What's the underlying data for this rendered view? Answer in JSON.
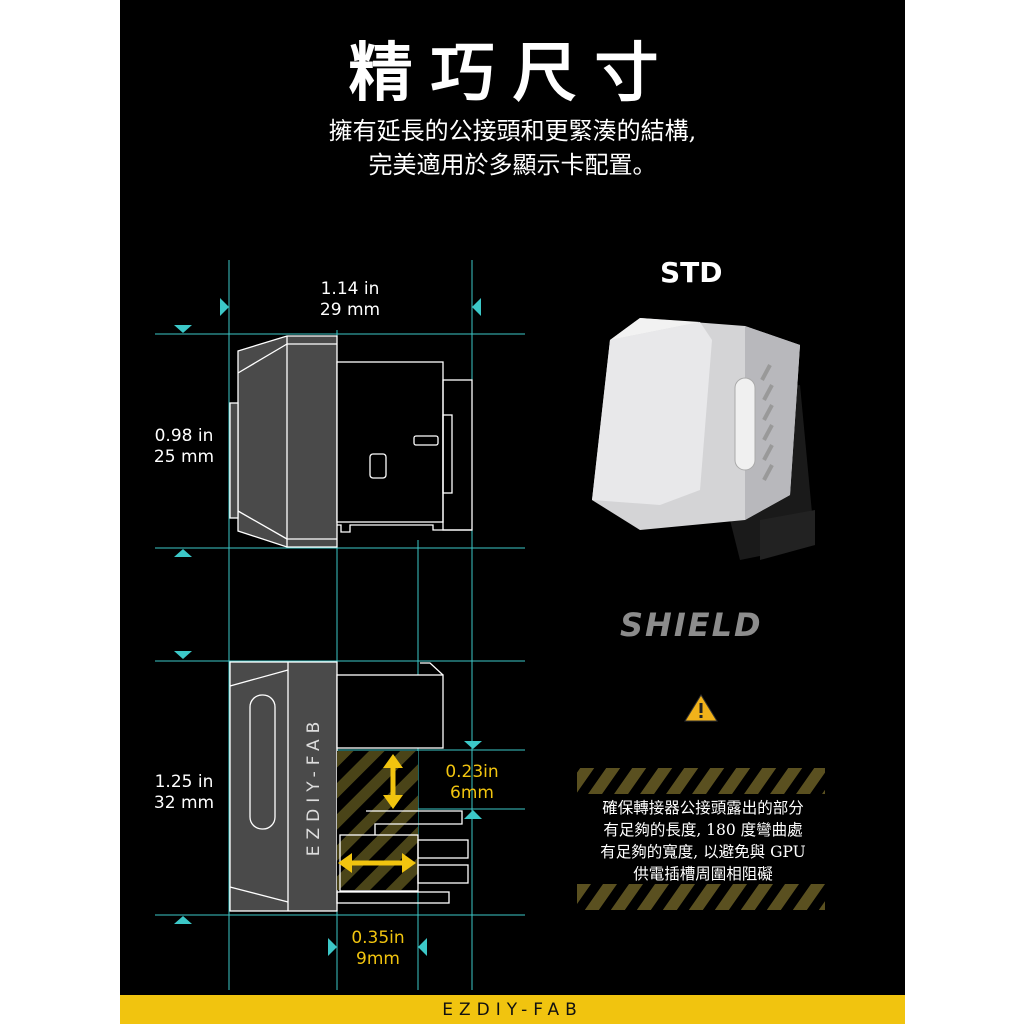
{
  "header": {
    "title": "精巧尺寸",
    "subtitle_line1": "擁有延長的公接頭和更緊湊的結構,",
    "subtitle_line2": "完美適用於多顯示卡配置。"
  },
  "dimensions": {
    "width": {
      "in": "1.14 in",
      "mm": "29 mm"
    },
    "height_top": {
      "in": "0.98 in",
      "mm": "25 mm"
    },
    "height_bottom": {
      "in": "1.25 in",
      "mm": "32 mm"
    },
    "clearance_vertical": {
      "in": "0.23in",
      "mm": "6mm"
    },
    "clearance_horizontal": {
      "in": "0.35in",
      "mm": "9mm"
    }
  },
  "product": {
    "variant": "STD",
    "series": "SHIELD",
    "side_brand": "EZDIY-FAB"
  },
  "warning": {
    "icon": "warning-triangle-icon",
    "lines": [
      "確保轉接器公接頭露出的部分",
      "有足夠的長度, 180 度彎曲處",
      "有足夠的寬度, 以避免與 GPU",
      "供電插槽周圍相阻礙"
    ]
  },
  "footer": {
    "brand": "EZDIY-FAB"
  },
  "colors": {
    "accent": "#f1c40f",
    "guide": "#3cc8c8",
    "background": "#000000"
  }
}
